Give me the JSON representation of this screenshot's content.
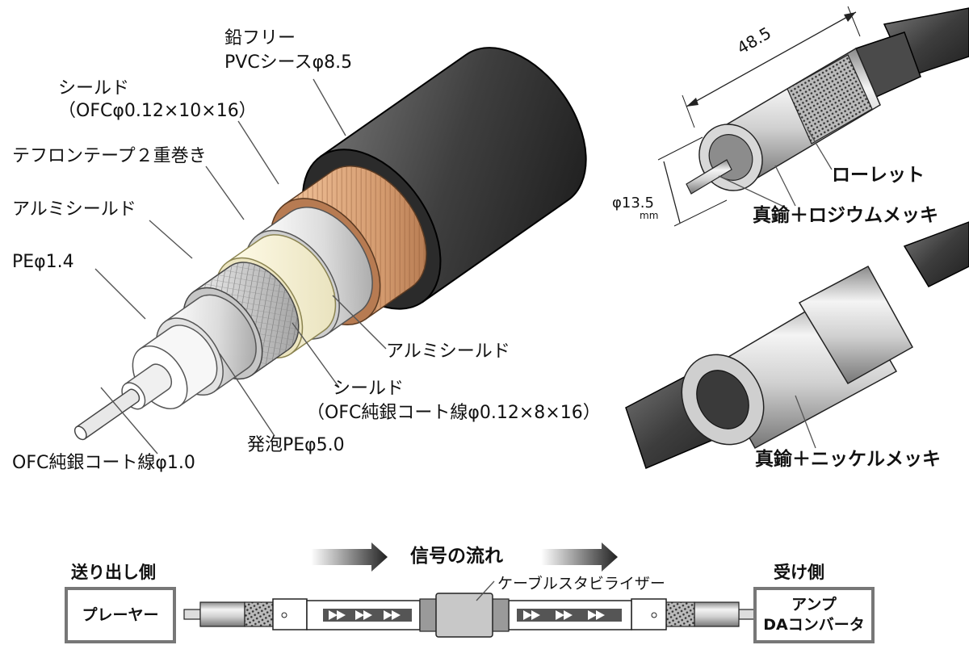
{
  "cable_labels": {
    "sheath_line1": "鉛フリー",
    "sheath_line2": "PVCシースφ8.5",
    "outer_shield_line1": "シールド",
    "outer_shield_line2": "（OFCφ0.12×10×16）",
    "teflon_tape": "テフロンテープ２重巻き",
    "alu_shield_left": "アルミシールド",
    "pe": "PEφ1.4",
    "alu_shield_right": "アルミシールド",
    "inner_shield_line1": "シールド",
    "inner_shield_line2": "（OFC純銀コート線φ0.12×8×16）",
    "foam_pe": "発泡PEφ5.0",
    "conductor": "OFC純銀コート線φ1.0"
  },
  "plug": {
    "length": "48.5",
    "diameter": "φ13.5",
    "diameter_unit": "mm",
    "knurl_label": "ローレット",
    "plating_label": "真鍮＋ロジウムメッキ"
  },
  "stabilizer": {
    "plating_label": "真鍮＋ニッケルメッキ"
  },
  "signal_flow": {
    "title": "信号の流れ",
    "stabilizer_label": "ケーブルスタビライザー",
    "send_side": "送り出し側",
    "receive_side": "受け側",
    "source_box": "プレーヤー",
    "dest_box_line1": "アンプ",
    "dest_box_line2": "DAコンバータ"
  },
  "colors": {
    "sheath": "#3a3a3a",
    "copper": "#d39a6e",
    "teflon": "#f3eed2"
  }
}
